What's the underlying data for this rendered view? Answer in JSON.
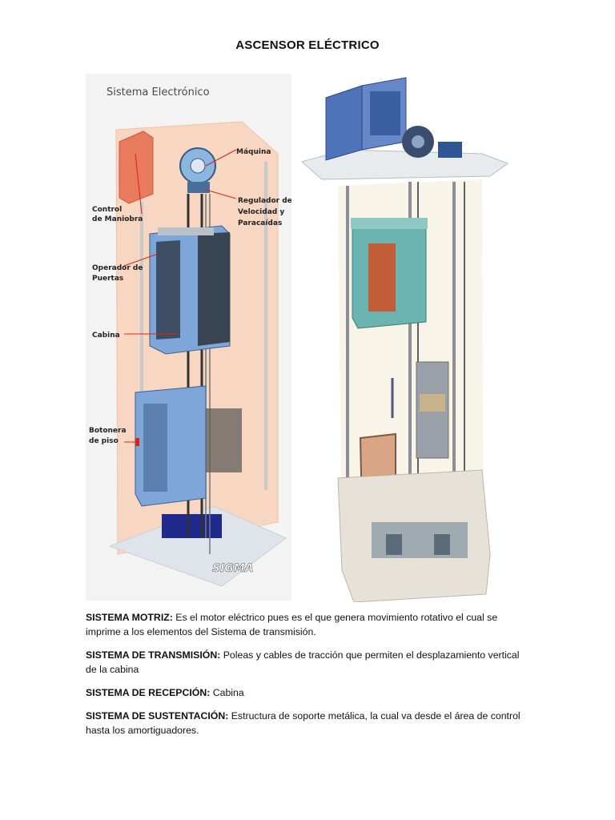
{
  "title": "ASCENSOR ELÉCTRICO",
  "left_figure": {
    "heading": "Sistema Electrónico",
    "labels": {
      "maquina": "Máquina",
      "control_1": "Control",
      "control_2": "de Maniobra",
      "regulador_1": "Regulador de",
      "regulador_2": "Velocidad y",
      "regulador_3": "Paracaídas",
      "operador_1": "Operador de",
      "operador_2": "Puertas",
      "cabina": "Cabina",
      "botonera_1": "Botonera",
      "botonera_2": "de piso"
    },
    "logo_text": "SIGMA",
    "colors": {
      "shaft": "#f8d7c2",
      "panel": "#e87a5d",
      "cabin": "#7fa6d8",
      "frame": "#b9c1c9",
      "label_line": "#d9241b"
    }
  },
  "right_figure": {
    "colors": {
      "cabinet": "#4d73b8",
      "cabin": "#6bb3b0",
      "door": "#c25d3a",
      "rail": "#8a8f96",
      "pit": "#e6e2d8"
    }
  },
  "descriptions": [
    {
      "term": "SISTEMA MOTRIZ:",
      "line1": " Es el motor eléctrico pues es el que genera movimiento rotativo el cual se",
      "line2": "imprime a   los elementos del Sistema de transmisión."
    },
    {
      "term": "SISTEMA DE TRANSMISIÓN:",
      "line1": " Poleas y cables de tracción que permiten el desplazamiento vertical",
      "line2": "de la cabina"
    },
    {
      "term": "SISTEMA DE RECEPCIÓN:",
      "line1": " Cabina",
      "line2": ""
    },
    {
      "term": "SISTEMA DE SUSTENTACIÓN:",
      "line1": " Estructura de soporte metálica, la cual va desde el área de control",
      "line2": "hasta los amortiguadores."
    }
  ]
}
